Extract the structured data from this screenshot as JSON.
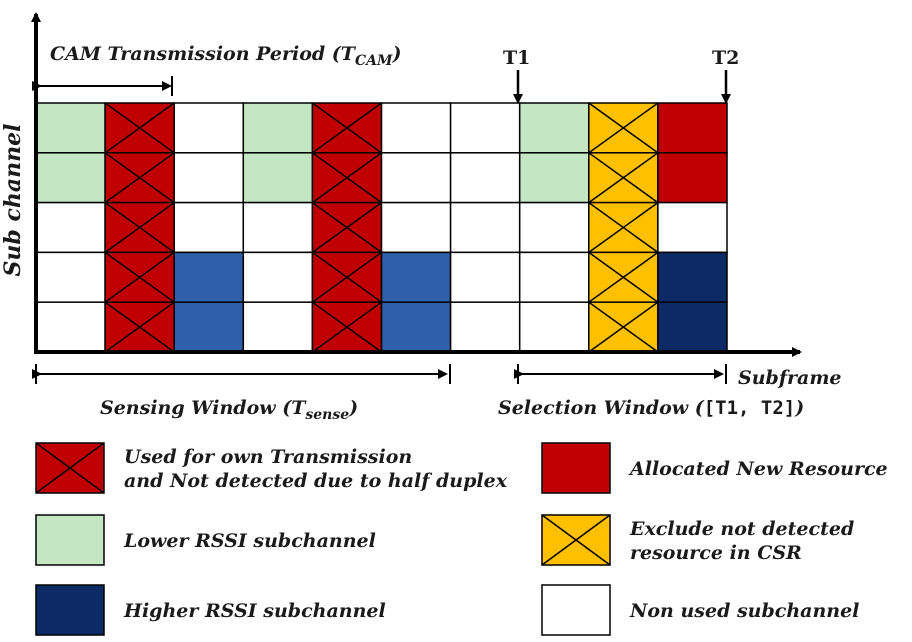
{
  "axes": {
    "y_label": "Sub channel",
    "x_label": "Subframe"
  },
  "labels": {
    "cam_period_main": "CAM Transmission Period (T",
    "cam_period_sub": "CAM",
    "cam_period_end": ")",
    "t1": "T1",
    "t2": "T2",
    "sensing_main": "Sensing Window (T",
    "sensing_sub": "sense",
    "sensing_end": ")",
    "selection_main": "Selection Window (",
    "selection_bracket": "[T1, T2]",
    "selection_end": ")"
  },
  "colors": {
    "red": "#c00000",
    "light_green": "#c5e6c2",
    "blue": "#2e5fa8",
    "navy": "#0c2a66",
    "yellow": "#ffc000",
    "white": "#ffffff"
  },
  "grid": {
    "rows": 5,
    "columns": 10,
    "cells": [
      [
        "g",
        "rx",
        "w",
        "g",
        "rx",
        "w",
        "w",
        "g",
        "yx",
        "r"
      ],
      [
        "g",
        "rx",
        "w",
        "g",
        "rx",
        "w",
        "w",
        "g",
        "yx",
        "r"
      ],
      [
        "w",
        "rx",
        "w",
        "w",
        "rx",
        "w",
        "w",
        "w",
        "yx",
        "w"
      ],
      [
        "w",
        "rx",
        "b",
        "w",
        "rx",
        "b",
        "w",
        "w",
        "yx",
        "n"
      ],
      [
        "w",
        "rx",
        "b",
        "w",
        "rx",
        "b",
        "w",
        "w",
        "yx",
        "n"
      ]
    ]
  },
  "legend": [
    {
      "key": "rx",
      "text": [
        "Used for own Transmission",
        "and Not detected due to half duplex"
      ]
    },
    {
      "key": "r",
      "text": [
        "Allocated New Resource"
      ]
    },
    {
      "key": "g",
      "text": [
        "Lower RSSI subchannel"
      ]
    },
    {
      "key": "yx",
      "text": [
        "Exclude not detected",
        "resource in CSR"
      ]
    },
    {
      "key": "n",
      "text": [
        "Higher RSSI subchannel"
      ]
    },
    {
      "key": "w",
      "text": [
        "Non used subchannel"
      ]
    }
  ]
}
